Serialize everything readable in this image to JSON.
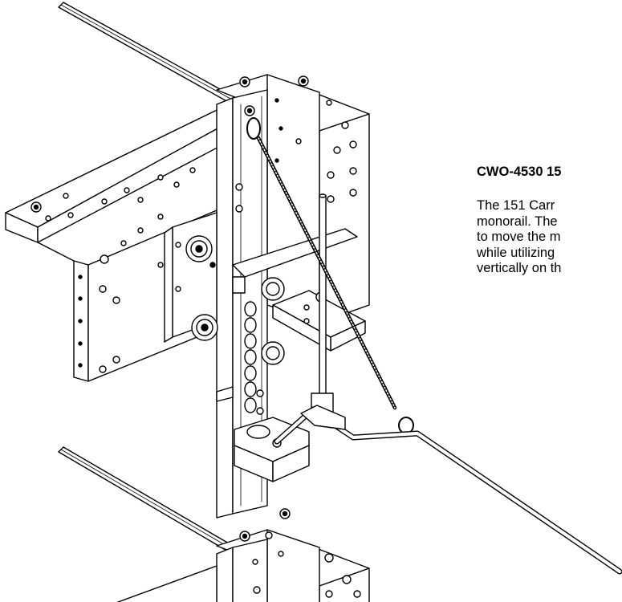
{
  "document": {
    "title": "CWO-4530 15",
    "body_lines": [
      "The 151 Carr",
      "monorail. The",
      "to move the m",
      "while utilizing",
      "vertically on th"
    ]
  },
  "figure": {
    "description_icon": "monorail-carriage-drawing-icon",
    "line_color": "#000000",
    "fill_color": "#ffffff"
  }
}
